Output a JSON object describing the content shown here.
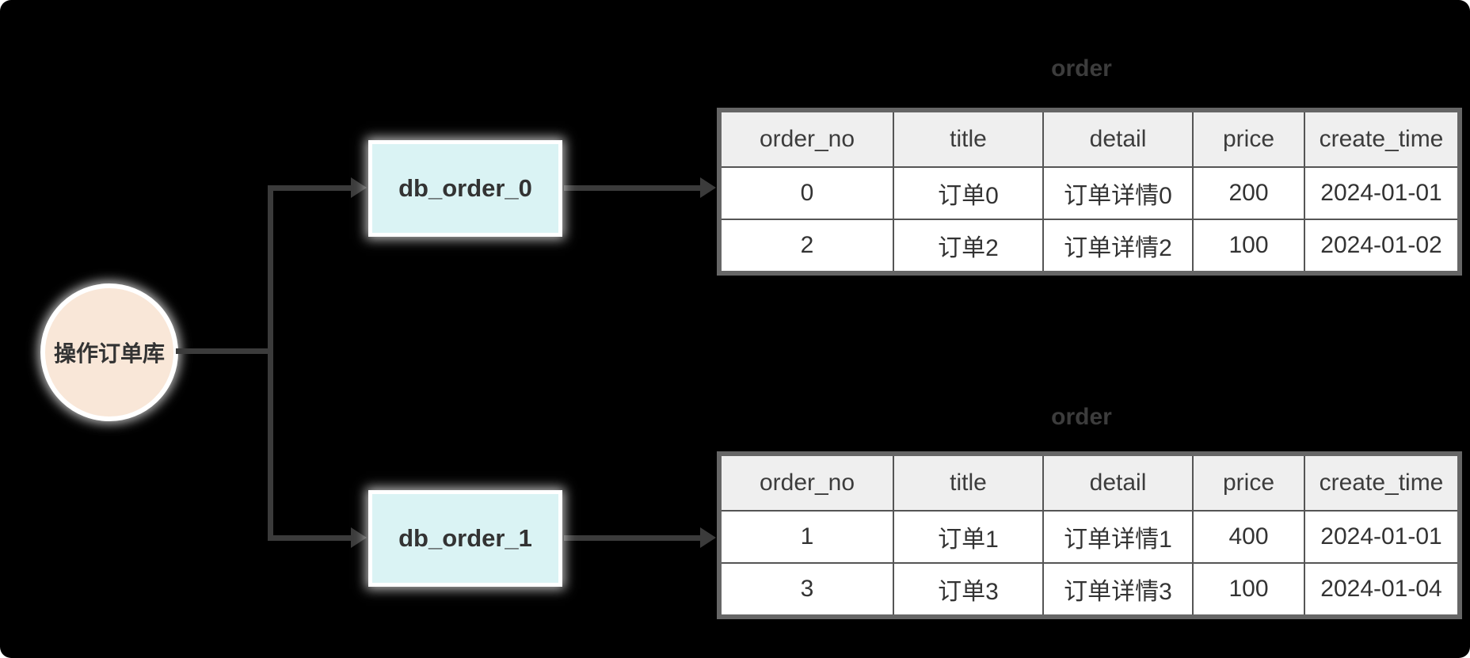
{
  "canvas": {
    "background": "#000000",
    "connector_color": "#3b3b3b"
  },
  "source": {
    "label": "操作订单库",
    "fill": "#f9e7d8"
  },
  "databases": [
    {
      "label": "db_order_0",
      "fill": "#daf3f4"
    },
    {
      "label": "db_order_1",
      "fill": "#daf3f4"
    }
  ],
  "tables": [
    {
      "title": "order",
      "columns": [
        "order_no",
        "title",
        "detail",
        "price",
        "create_time"
      ],
      "rows": [
        [
          "0",
          "订单0",
          "订单详情0",
          "200",
          "2024-01-01"
        ],
        [
          "2",
          "订单2",
          "订单详情2",
          "100",
          "2024-01-02"
        ]
      ],
      "header_bg": "#efefef"
    },
    {
      "title": "order",
      "columns": [
        "order_no",
        "title",
        "detail",
        "price",
        "create_time"
      ],
      "rows": [
        [
          "1",
          "订单1",
          "订单详情1",
          "400",
          "2024-01-01"
        ],
        [
          "3",
          "订单3",
          "订单详情3",
          "100",
          "2024-01-04"
        ]
      ],
      "header_bg": "#efefef"
    }
  ]
}
